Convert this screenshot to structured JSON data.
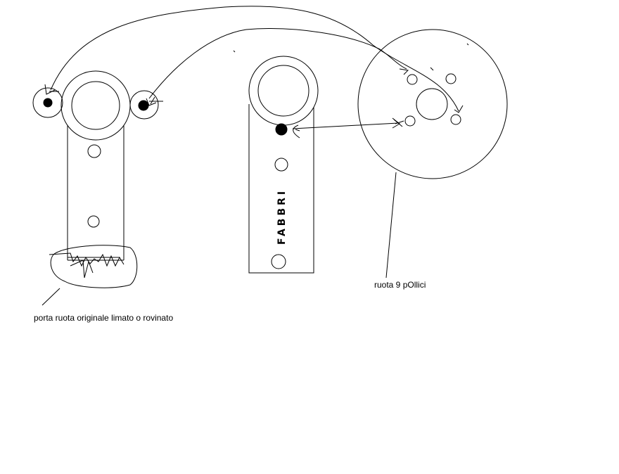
{
  "brand_text": "FABBRI",
  "label_left": "porta ruota originale limato o rovinato",
  "label_right": "ruota 9 pOllici",
  "colors": {
    "ink": "#000000",
    "background": "#ffffff"
  }
}
